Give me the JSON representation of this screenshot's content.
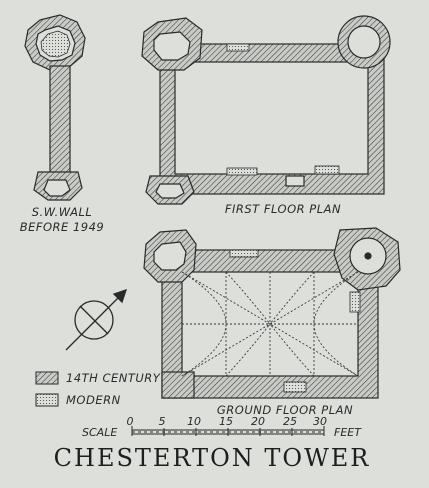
{
  "title": "CHESTERTON TOWER",
  "plans": {
    "sw_wall_line1": "S.W.WALL",
    "sw_wall_line2": "BEFORE 1949",
    "first_floor": "FIRST FLOOR PLAN",
    "ground_floor": "GROUND FLOOR PLAN"
  },
  "legend": {
    "century": "14TH CENTURY",
    "modern": "MODERN"
  },
  "scale": {
    "label": "SCALE",
    "unit": "FEET",
    "ticks": [
      "0",
      "5",
      "10",
      "15",
      "20",
      "25",
      "30"
    ]
  },
  "colors": {
    "paper": "#dcdfda",
    "ink": "#2a2a2a"
  }
}
